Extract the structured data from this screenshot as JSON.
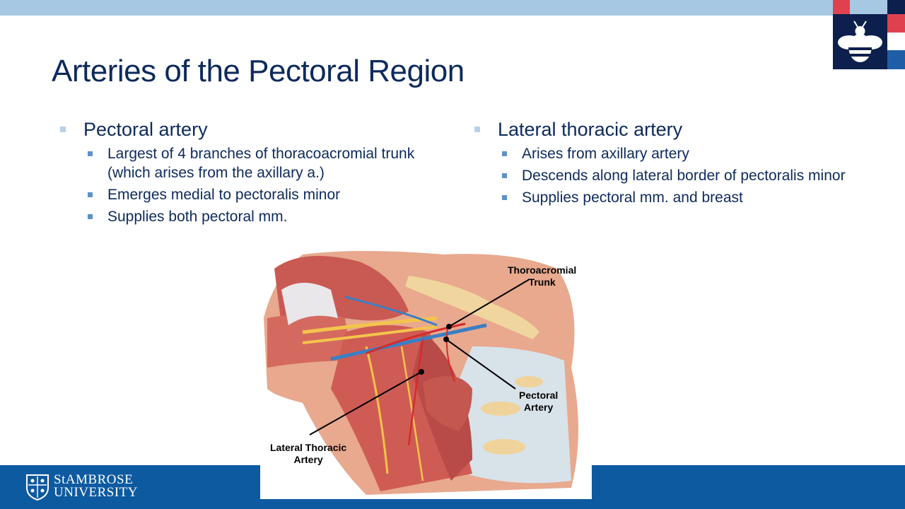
{
  "slide": {
    "title": "Arteries of the Pectoral Region"
  },
  "left_column": {
    "heading": "Pectoral artery",
    "bullets": [
      "Largest of 4 branches of thoracoacromial trunk (which arises from the axillary a.)",
      "Emerges medial to pectoralis minor",
      "Supplies both pectoral mm."
    ]
  },
  "right_column": {
    "heading": "Lateral thoracic artery",
    "bullets": [
      "Arises from axillary artery",
      "Descends along lateral border of pectoralis minor",
      "Supplies pectoral mm. and breast"
    ]
  },
  "figure": {
    "labels": {
      "thoracoacromial_line1": "Thoroacromial",
      "thoracoacromial_line2": "Trunk",
      "pectoral_line1": "Pectoral",
      "pectoral_line2": "Artery",
      "lateral_line1": "Lateral Thoracic",
      "lateral_line2": "Artery"
    }
  },
  "footer": {
    "university_line1": "StAMBROSE",
    "university_line2": "UNIVERSITY"
  },
  "colors": {
    "top_bar": "#a7c8e2",
    "bottom_bar": "#0e5aa0",
    "title_text": "#0d2a5c",
    "logo_navy": "#0c1f4d",
    "logo_red": "#e0414f",
    "logo_blue": "#1f5ea6"
  }
}
